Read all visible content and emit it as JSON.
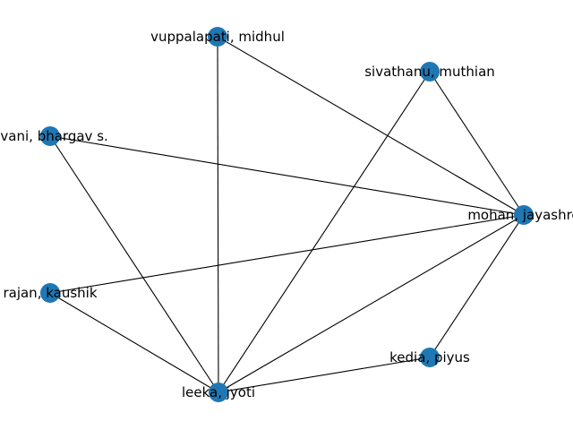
{
  "graph": {
    "node_color": "#1f77b4",
    "edge_color": "#000000",
    "background": "#ffffff",
    "nodes": [
      {
        "id": "vuppalapati",
        "label": "vuppalapati, midhul"
      },
      {
        "id": "sivathanu",
        "label": "sivathanu, muthian"
      },
      {
        "id": "bhargav",
        "label": "avani, bhargav s."
      },
      {
        "id": "jayashree",
        "label": "mohan, jayashre"
      },
      {
        "id": "kaushik",
        "label": "rajan, kaushik"
      },
      {
        "id": "piyus",
        "label": "kedia, piyus"
      },
      {
        "id": "jyoti",
        "label": "leeka, jyoti"
      }
    ],
    "edges": [
      [
        "vuppalapati",
        "jyoti"
      ],
      [
        "vuppalapati",
        "jayashree"
      ],
      [
        "sivathanu",
        "jyoti"
      ],
      [
        "sivathanu",
        "jayashree"
      ],
      [
        "bhargav",
        "jyoti"
      ],
      [
        "bhargav",
        "jayashree"
      ],
      [
        "kaushik",
        "jayashree"
      ],
      [
        "kaushik",
        "jyoti"
      ],
      [
        "jayashree",
        "jyoti"
      ],
      [
        "jayashree",
        "piyus"
      ],
      [
        "piyus",
        "jyoti"
      ]
    ]
  }
}
